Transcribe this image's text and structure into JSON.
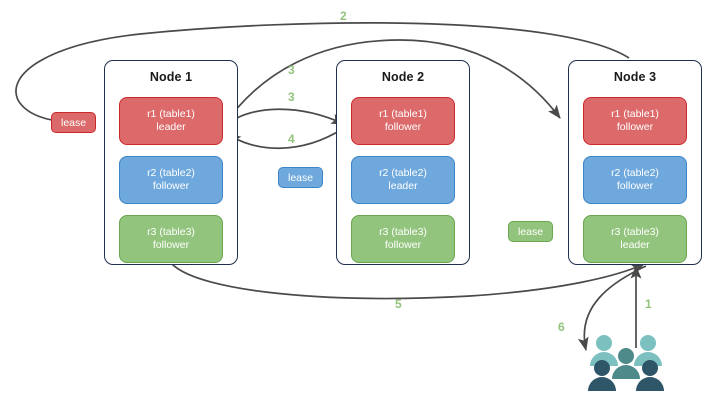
{
  "diagram": {
    "accent_green": "#93c47d",
    "arrow_color": "#4a4a4a",
    "node_border": "#20314f",
    "colors": {
      "red": "#dd6a6a",
      "red_border": "#cc2a2a",
      "blue": "#6fa8dc",
      "blue_border": "#3d85c6",
      "green": "#93c47d",
      "green_border": "#6aa84f"
    }
  },
  "nodes": [
    {
      "title": "Node 1",
      "replicas": [
        {
          "name": "r1 (table1)",
          "role": "leader",
          "color": "red"
        },
        {
          "name": "r2 (table2)",
          "role": "follower",
          "color": "blue"
        },
        {
          "name": "r3 (table3)",
          "role": "follower",
          "color": "green"
        }
      ]
    },
    {
      "title": "Node 2",
      "replicas": [
        {
          "name": "r1 (table1)",
          "role": "follower",
          "color": "red"
        },
        {
          "name": "r2 (table2)",
          "role": "leader",
          "color": "blue"
        },
        {
          "name": "r3 (table3)",
          "role": "follower",
          "color": "green"
        }
      ]
    },
    {
      "title": "Node 3",
      "replicas": [
        {
          "name": "r1 (table1)",
          "role": "follower",
          "color": "red"
        },
        {
          "name": "r2 (table2)",
          "role": "follower",
          "color": "blue"
        },
        {
          "name": "r3 (table3)",
          "role": "leader",
          "color": "green"
        }
      ]
    }
  ],
  "leases": [
    {
      "label": "lease",
      "color": "red"
    },
    {
      "label": "lease",
      "color": "blue"
    },
    {
      "label": "lease",
      "color": "green"
    }
  ],
  "steps": [
    {
      "id": "1",
      "label": "1"
    },
    {
      "id": "2",
      "label": "2"
    },
    {
      "id": "3a",
      "label": "3"
    },
    {
      "id": "3b",
      "label": "3"
    },
    {
      "id": "4",
      "label": "4"
    },
    {
      "id": "5",
      "label": "5"
    },
    {
      "id": "6",
      "label": "6"
    }
  ],
  "actor": {
    "name": "users-group-icon"
  }
}
